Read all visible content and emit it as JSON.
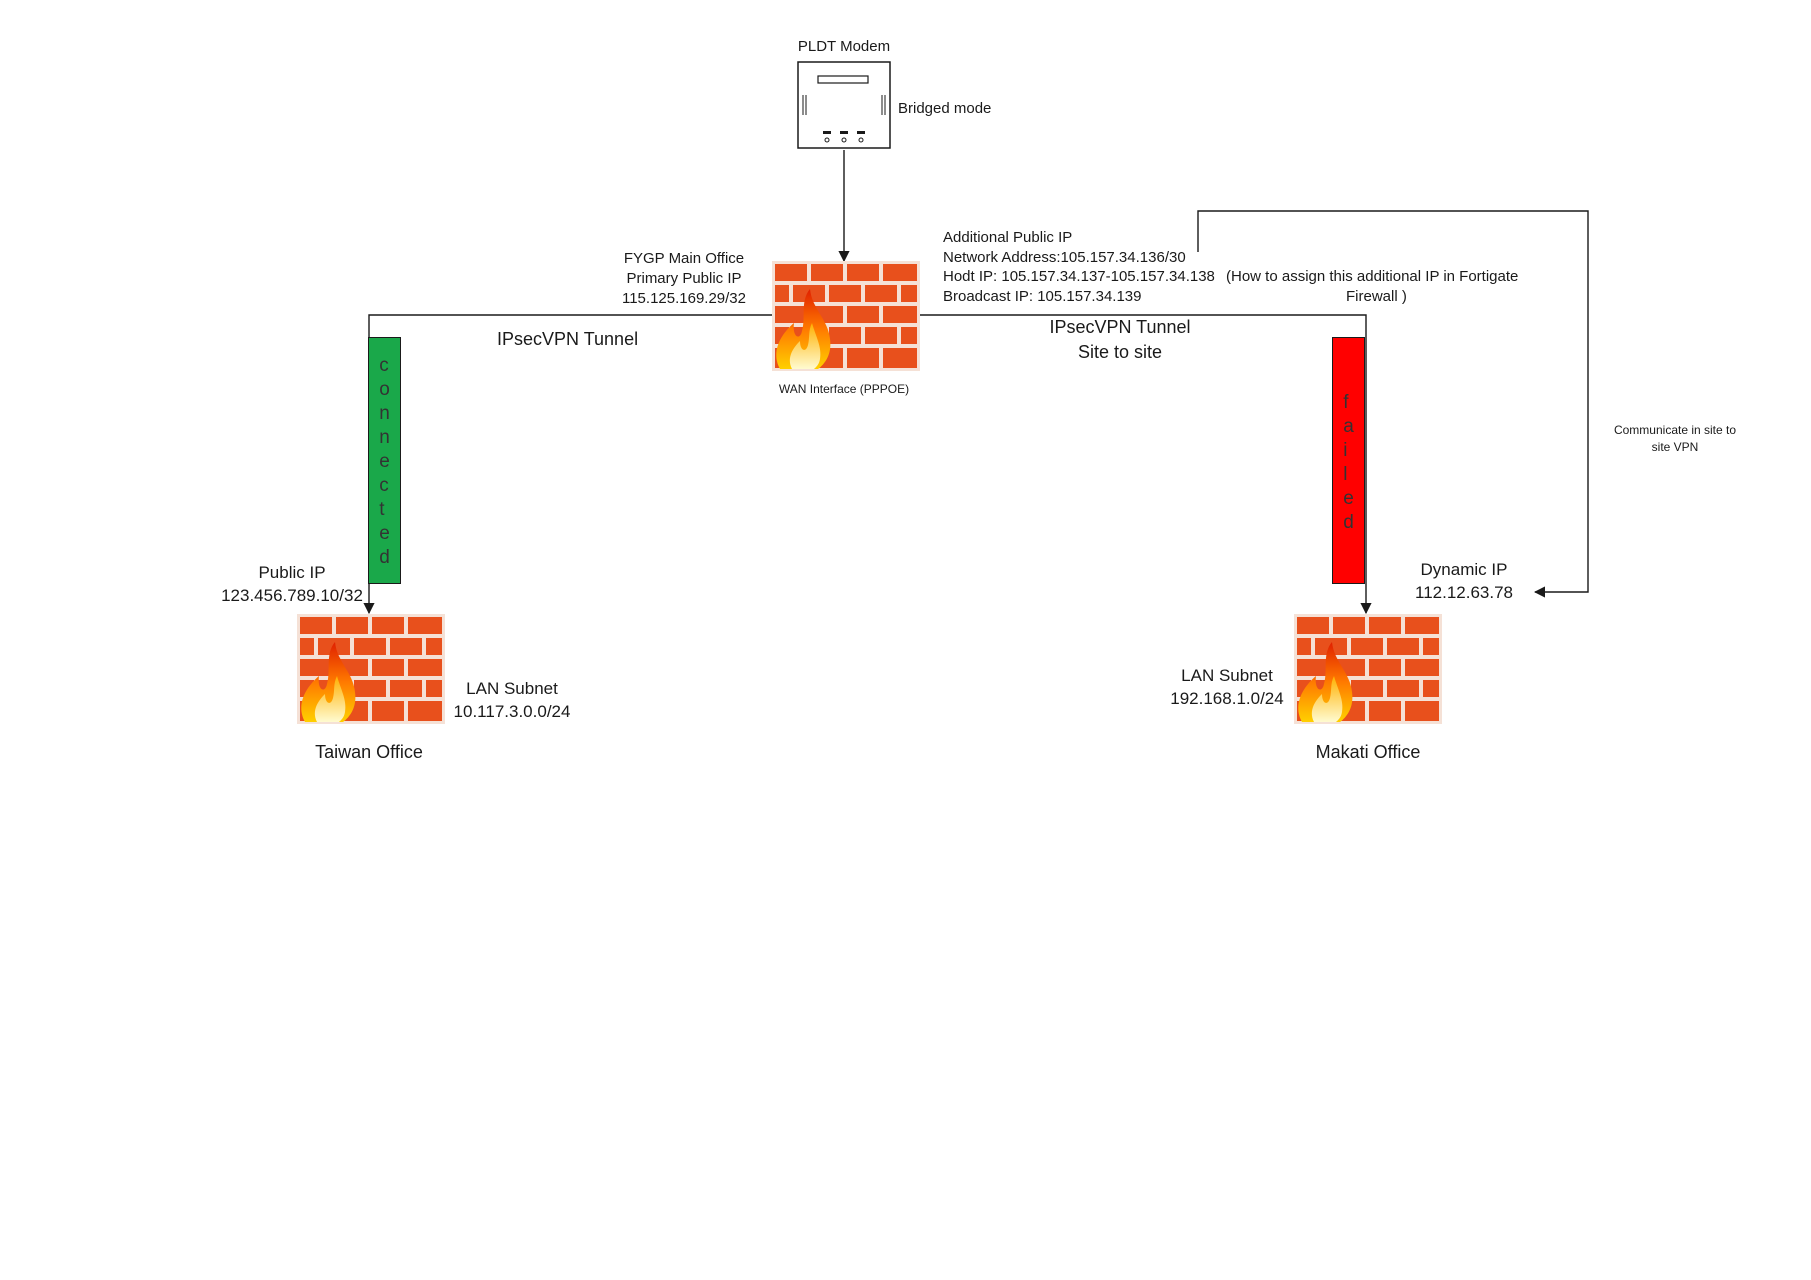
{
  "colors": {
    "brick": "#e8501c",
    "mortar": "#f5e1d6",
    "connected": "#1aa84a",
    "failed": "#ff0000",
    "line": "#1a1a1a"
  },
  "modem": {
    "title": "PLDT Modem",
    "mode": "Bridged mode",
    "icon": "modem-icon"
  },
  "main_office": {
    "name": "FYGP Main Office",
    "ip_label": "Primary  Public IP",
    "ip": "115.125.169.29/32",
    "interface": "WAN Interface (PPPOE)",
    "icon": "firewall-icon"
  },
  "additional_ip": {
    "title": "Additional Public IP",
    "network": "Network Address:105.157.34.136/30",
    "host": "Hodt IP: 105.157.34.137-105.157.34.138",
    "note_1": "(How to assign this additional IP in Fortigate",
    "note_2": "Firewall )",
    "broadcast": "Broadcast IP: 105.157.34.139"
  },
  "tunnel_left": {
    "label": "IPsecVPN Tunnel",
    "status": "connected"
  },
  "tunnel_right": {
    "label_1": "IPsecVPN Tunnel",
    "label_2": "Site to site",
    "status": "failed"
  },
  "taiwan": {
    "ip_label": "Public IP",
    "ip": "123.456.789.10/32",
    "lan_label": "LAN Subnet",
    "lan": "10.117.3.0.0/24",
    "name": "Taiwan Office",
    "icon": "firewall-icon"
  },
  "makati": {
    "ip_label": "Dynamic IP",
    "ip": "112.12.63.78",
    "lan_label": "LAN Subnet",
    "lan": "192.168.1.0/24",
    "name": "Makati Office",
    "icon": "firewall-icon"
  },
  "communicate": {
    "line_1": "Communicate in site to",
    "line_2": "site VPN"
  }
}
